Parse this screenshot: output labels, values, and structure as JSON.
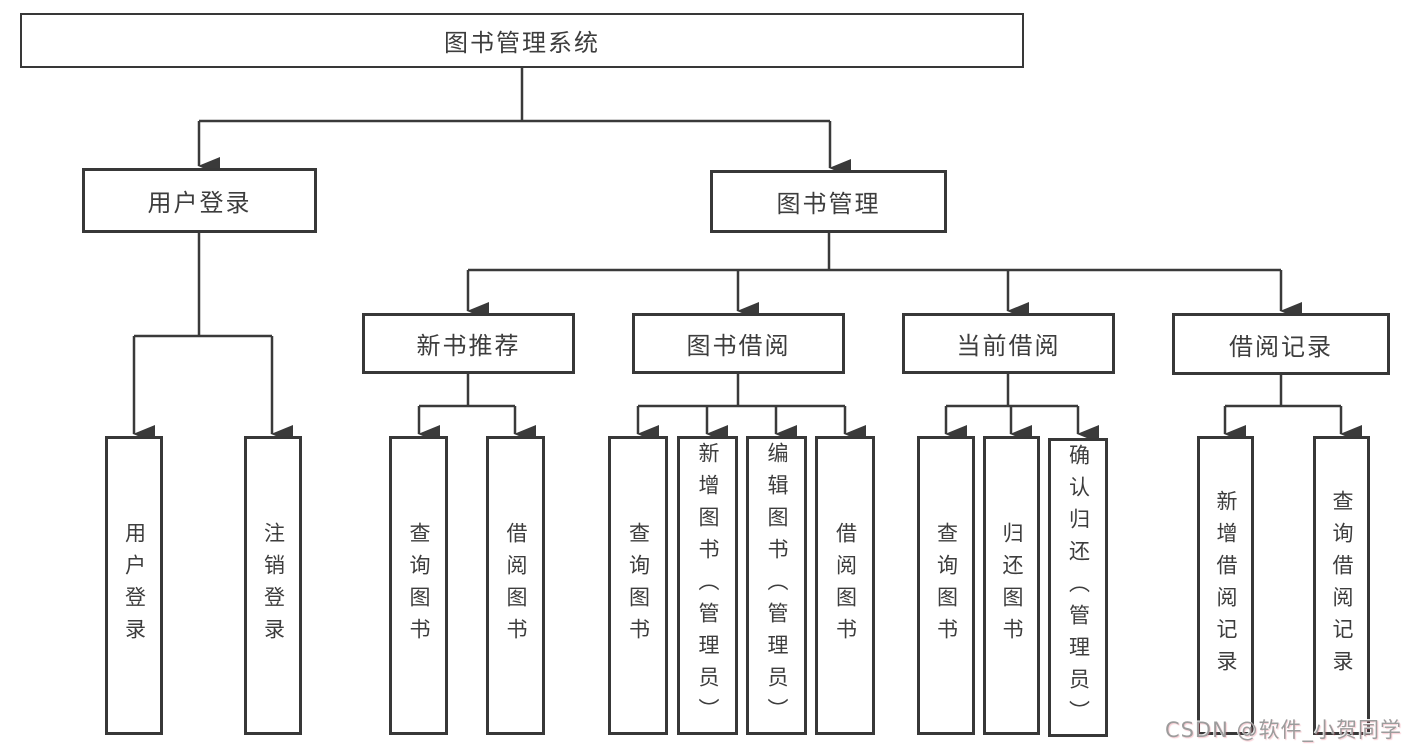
{
  "title": "图书管理系统",
  "nodes": {
    "root": "图书管理系统",
    "userLogin": "用户登录",
    "bookMgmt": "图书管理",
    "newBookRec": "新书推荐",
    "bookBorrow": "图书借阅",
    "currentBorrow": "当前借阅",
    "borrowRecords": "借阅记录",
    "loginLeaf": "用户登录",
    "logoutLeaf": "注销登录",
    "recQueryBooks": "查询图书",
    "recBorrowBooks": "借阅图书",
    "bbQueryBooks": "查询图书",
    "bbAddBooks": "新增图书（管理员）",
    "bbEditBooks": "编辑图书（管理员）",
    "bbBorrowBooks": "借阅图书",
    "cbQueryBooks": "查询图书",
    "cbReturnBooks": "归还图书",
    "cbConfirmReturn": "确认归还（管理员）",
    "brAddRecord": "新增借阅记录",
    "brQueryRecord": "查询借阅记录"
  },
  "watermark": "CSDN @软件_小贺同学",
  "colors": {
    "line": "#3a3a3a",
    "text": "#3d3d3d",
    "background": "#ffffff",
    "watermark": "#9c9c9c"
  }
}
